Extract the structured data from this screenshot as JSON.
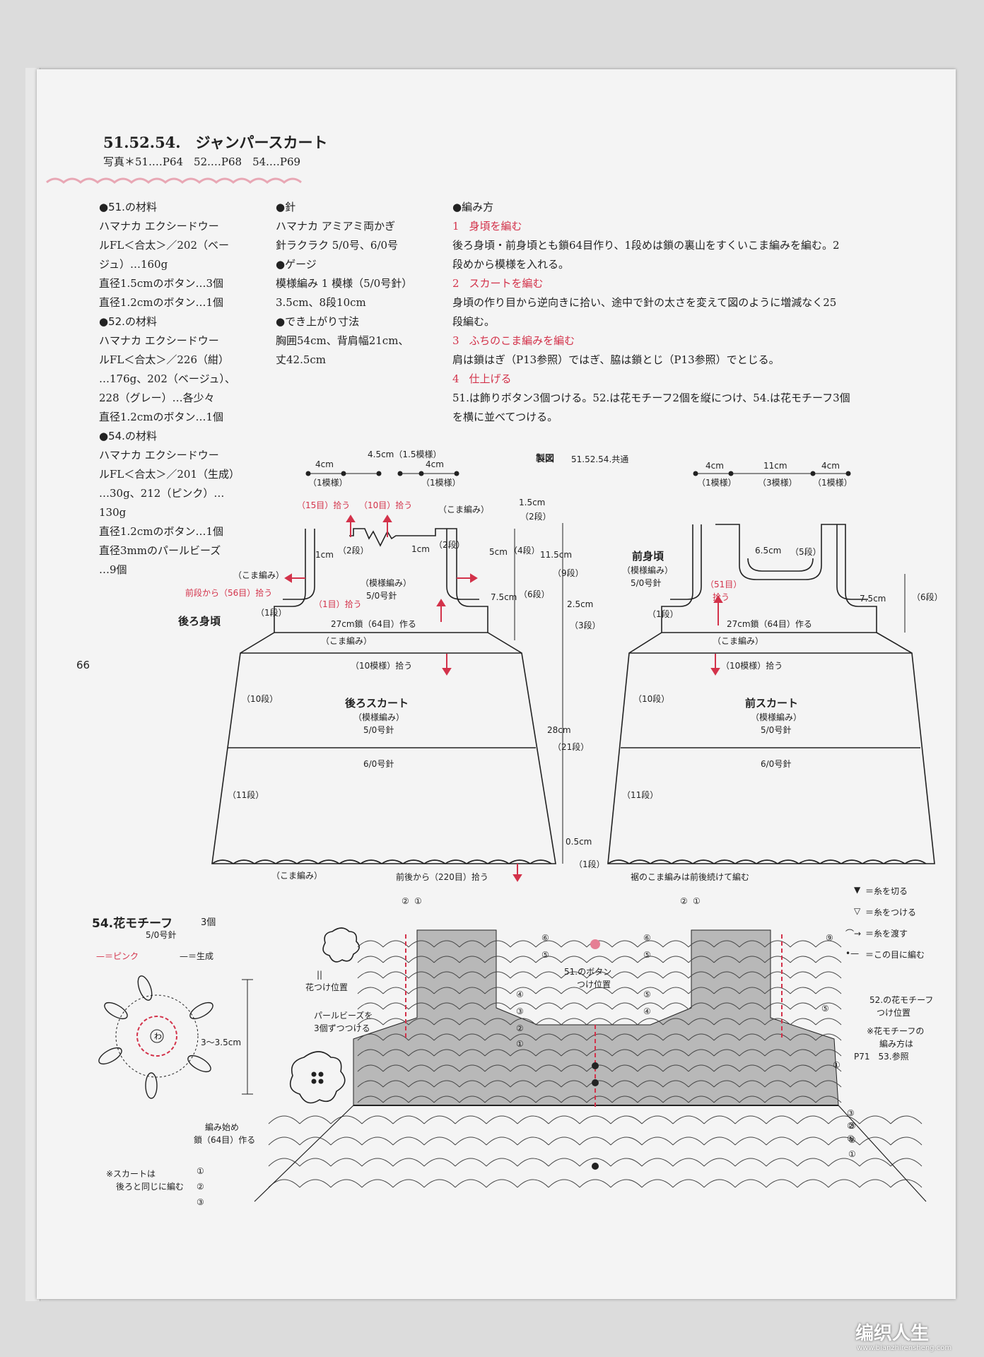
{
  "title": "51.52.54.　ジャンパースカート",
  "photo_line": "写真＊51.…P64　52.…P68　54.…P69",
  "page_number": "66",
  "materials": {
    "col1": [
      "●51.の材料",
      "ハマナカ エクシードウー",
      "ルFL＜合太＞／202（ベー",
      "ジュ）…160g",
      "直径1.5cmのボタン…3個",
      "直径1.2cmのボタン…1個",
      "●52.の材料",
      "ハマナカ エクシードウー",
      "ルFL＜合太＞／226（紺）",
      "…176g、202（ベージュ）、",
      "228（グレー）…各少々",
      "直径1.2cmのボタン…1個",
      "●54.の材料",
      "ハマナカ エクシードウー",
      "ルFL＜合太＞／201（生成）",
      "…30g、212（ピンク）…",
      "130g",
      "直径1.2cmのボタン…1個",
      "直径3mmのパールビーズ",
      "…9個"
    ],
    "col2": [
      "●針",
      "ハマナカ アミアミ両かぎ",
      "針ラクラク 5/0号、6/0号",
      "●ゲージ",
      "模様編み 1 模様（5/0号針）",
      "3.5cm、8段10cm",
      "●でき上がり寸法",
      "胸囲54cm、背肩幅21cm、",
      "丈42.5cm"
    ]
  },
  "instructions": {
    "heading": "●編み方",
    "steps": [
      {
        "num": "1",
        "title": "身頃を編む",
        "text": [
          "後ろ身頃・前身頃とも鎖64目作り、1段めは鎖の裏山をすくいこま編みを編む。2",
          "段めから模様を入れる。"
        ]
      },
      {
        "num": "2",
        "title": "スカートを編む",
        "text": [
          "身頃の作り目から逆向きに拾い、途中で針の太さを変えて図のように増減なく25",
          "段編む。"
        ]
      },
      {
        "num": "3",
        "title": "ふちのこま編みを編む",
        "text": [
          "肩は鎖はぎ（P13参照）ではぎ、脇は鎖とじ（P13参照）でとじる。"
        ]
      },
      {
        "num": "4",
        "title": "仕上げる",
        "text": [
          "51.は飾りボタン3個つける。52.は花モチーフ2個を縦につけ、54.は花モチーフ3個",
          "を横に並べてつける。"
        ]
      }
    ]
  },
  "schematic": {
    "heading": "製図",
    "heading_sub": "51.52.54.共通",
    "back": {
      "top_dims": [
        "4cm",
        "4.5cm（1.5模様）",
        "4cm"
      ],
      "top_dims_sub": [
        "（1模様）",
        "（1模様）"
      ],
      "red_labels": [
        "（15目）拾う",
        "（10目）拾う",
        "前段から（56目）拾う",
        "（1目）拾う"
      ],
      "labels": [
        "（こま編み）",
        "1cm",
        "1cm",
        "5cm",
        "（模様編み）",
        "5/0号針",
        "（こま編み）",
        "27cm鎖（64目）作る",
        "（こま編み）",
        "（10模様）拾う"
      ],
      "side_right": [
        "1.5cm",
        "（2段）",
        "（4段）",
        "7.5cm",
        "（6段）",
        "11.5cm",
        "（9段）",
        "2.5cm",
        "（3段）"
      ],
      "bodice_name": "後ろ身頃",
      "left_rows": "（1段）",
      "neck_rows": [
        "（2段）",
        "（2段）"
      ],
      "skirt_name": "後ろスカート",
      "skirt_pattern": "（模様編み）",
      "needle5": "5/0号針",
      "needle6": "6/0号針",
      "skirt_rows": [
        "（10段）",
        "（11段）"
      ],
      "skirt_height": [
        "28cm",
        "（21段）"
      ],
      "hem": [
        "（こま編み）",
        "前後から（220目）拾う",
        "0.5cm",
        "（1段）"
      ]
    },
    "front": {
      "top_dims": [
        "4cm",
        "11cm",
        "4cm"
      ],
      "top_dims_sub": [
        "（1模様）",
        "（3模様）",
        "（1模様）"
      ],
      "bodice_name": "前身頃",
      "pattern": "（模様編み）",
      "needle": "5/0号針",
      "neck": "6.5cm",
      "neck_rows": "（5段）",
      "red_label": [
        "（51目）",
        "拾う"
      ],
      "side": [
        "7.5cm",
        "（6段）"
      ],
      "left_rows": "（1段）",
      "chain": "27cm鎖（64目）作る",
      "edge": "（こま編み）",
      "pick": "（10模様）拾う",
      "skirt_name": "前スカート",
      "skirt_pattern": "（模様編み）",
      "needle5": "5/0号針",
      "needle6": "6/0号針",
      "skirt_rows": [
        "（10段）",
        "（11段）"
      ],
      "hem_note": "裾のこま編みは前後続けて編む"
    }
  },
  "motif": {
    "title": "54.花モチーフ",
    "count": "3個",
    "needle": "5/0号針",
    "legend": [
      "—＝ピンク",
      "—＝生成"
    ],
    "size": "3〜3.5cm",
    "ring_label": "わ",
    "flower_pos": [
      "||",
      "花つけ位置"
    ],
    "beads": [
      "パールビーズを",
      "3個ずつつける"
    ],
    "start": [
      "編み始め",
      "鎖（64目）作る"
    ],
    "skirt_note": [
      "※スカートは",
      "後ろと同じに編む"
    ]
  },
  "chart": {
    "legend": [
      "＝糸を切る",
      "＝糸をつける",
      "＝糸を渡す",
      "＝この目に編む"
    ],
    "button_label": [
      "51.のボタン",
      "つけ位置"
    ],
    "motif52": [
      "52.の花モチーフ",
      "つけ位置"
    ],
    "motif_note": [
      "※花モチーフの",
      "編み方は",
      "P71　53.参照"
    ],
    "row_marks_left": [
      "②",
      "①",
      "⑥",
      "⑤",
      "④",
      "③",
      "②",
      "①",
      "③",
      "②",
      "①",
      "①",
      "②",
      "③"
    ],
    "row_marks_right": [
      "②",
      "①",
      "⑨",
      "⑤",
      "⑥",
      "⑤",
      "④",
      "⑤",
      "①",
      "③",
      "②",
      "①"
    ]
  },
  "footer": {
    "brand": "编织人生",
    "url": "www.bianzhirensheng.com"
  },
  "colors": {
    "pink": "#d3324a",
    "ink": "#222222",
    "paper": "#f4f4f4",
    "chart_fill": "#b8b8b8"
  }
}
